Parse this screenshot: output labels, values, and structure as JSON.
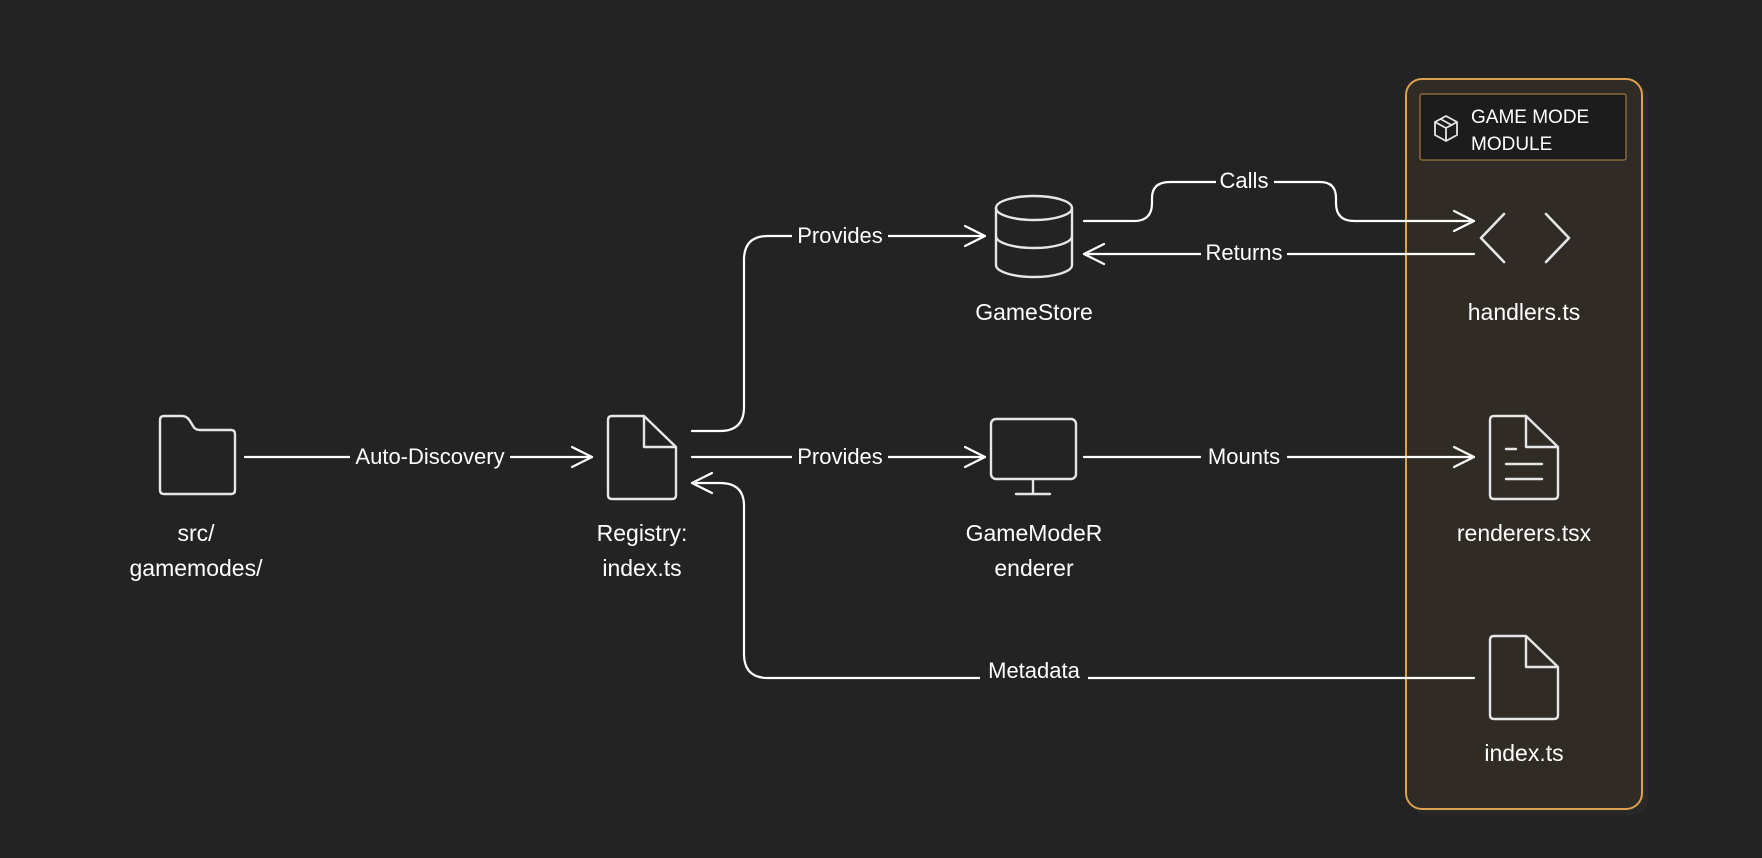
{
  "colors": {
    "background": "#232323",
    "line": "#ffffff",
    "group_border": "#d9a24e",
    "group_fill": "#302c25",
    "group_header_fill": "#1c1c1c"
  },
  "group": {
    "title_line1": "GAME MODE",
    "title_line2": "MODULE",
    "icon": "package-icon"
  },
  "nodes": {
    "src_folder": {
      "line1": "src/",
      "line2": "gamemodes/",
      "icon": "folder-icon"
    },
    "registry": {
      "line1": "Registry:",
      "line2": "index.ts",
      "icon": "file-icon"
    },
    "gamestore": {
      "line1": "GameStore",
      "icon": "database-icon"
    },
    "renderer": {
      "line1": "GameModeR",
      "line2": "enderer",
      "icon": "monitor-icon"
    },
    "handlers": {
      "line1": "handlers.ts",
      "icon": "code-icon"
    },
    "renderers": {
      "line1": "renderers.tsx",
      "icon": "file-text-icon"
    },
    "module_index": {
      "line1": "index.ts",
      "icon": "file-icon"
    }
  },
  "edges": {
    "auto_discovery": "Auto-Discovery",
    "provides_store": "Provides",
    "provides_renderer": "Provides",
    "calls": "Calls",
    "returns": "Returns",
    "mounts": "Mounts",
    "metadata": "Metadata"
  }
}
